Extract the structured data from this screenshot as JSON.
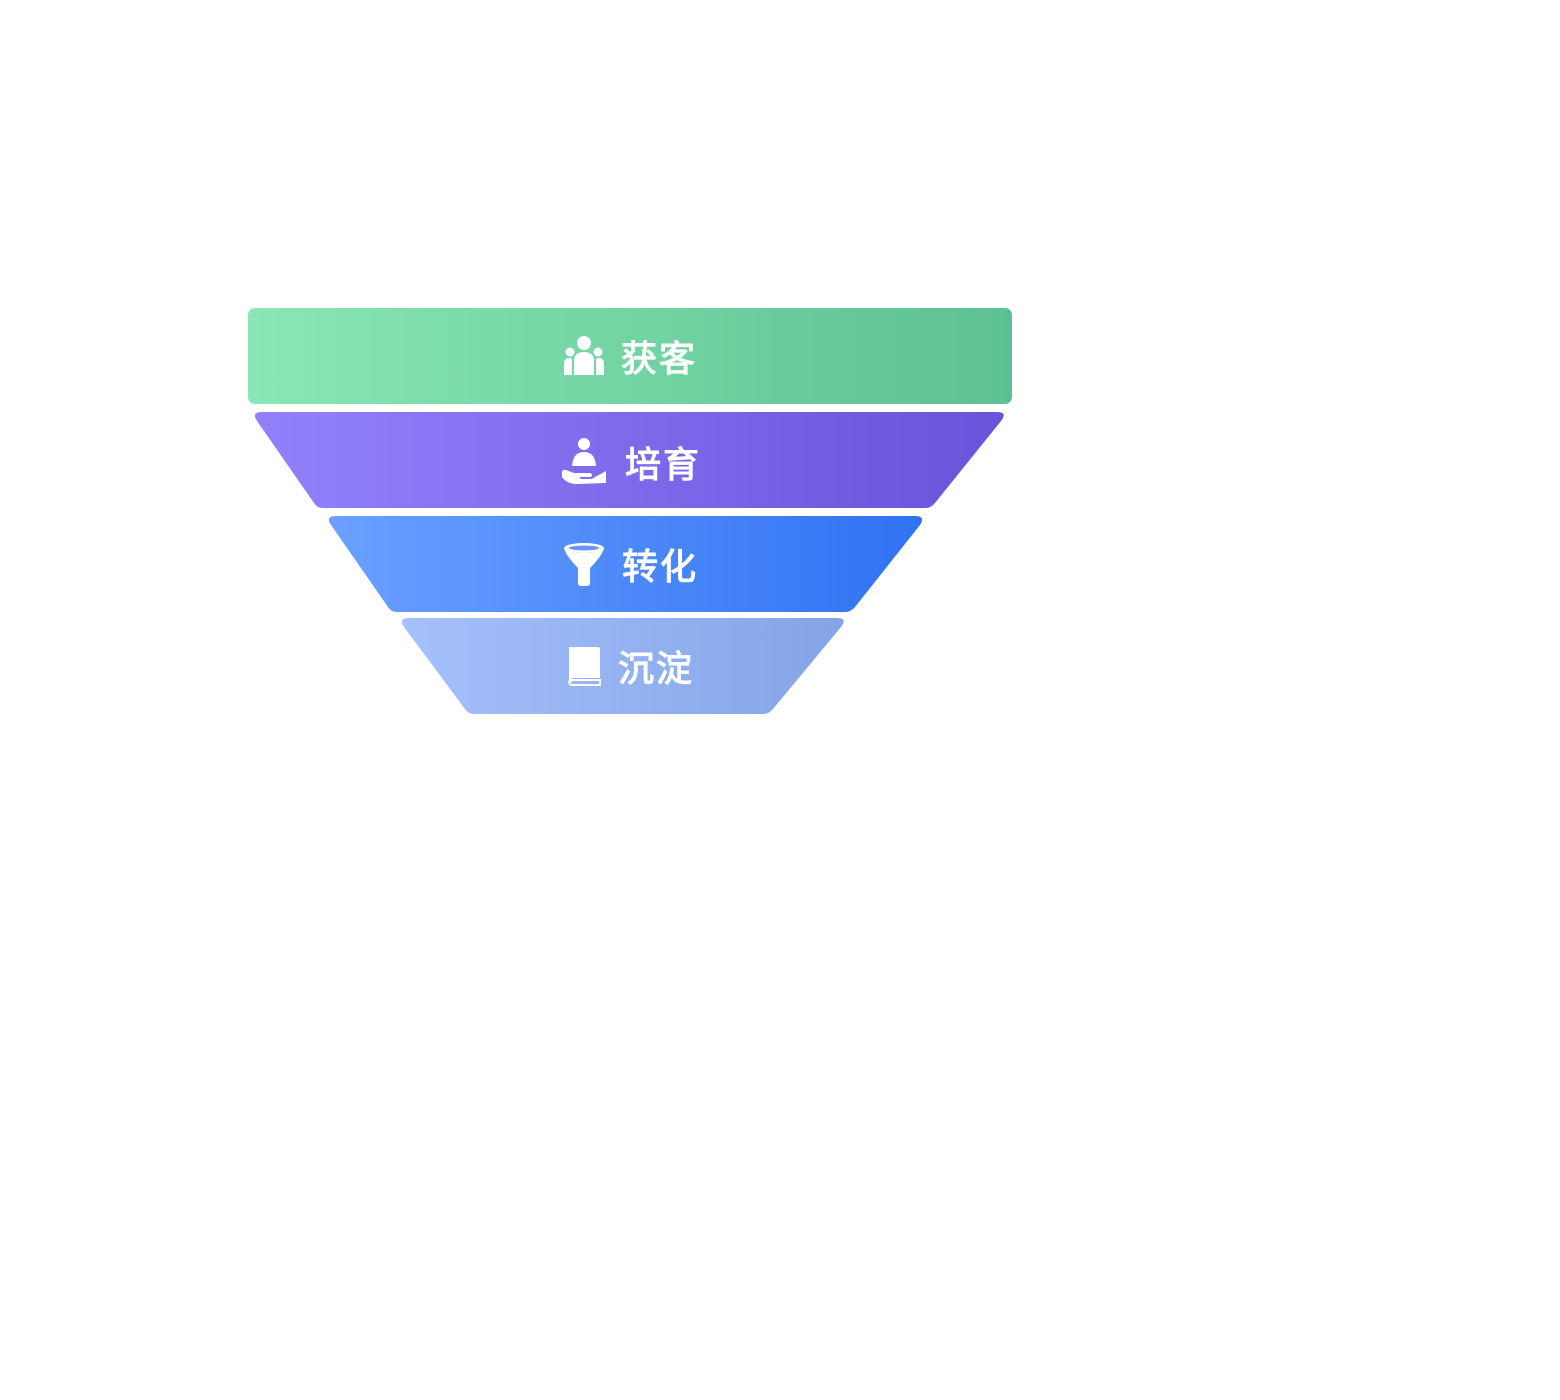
{
  "funnel": {
    "stages": [
      {
        "label": "获客",
        "icon": "users-icon",
        "color_start": "#8AE6B6",
        "color_end": "#5CC191"
      },
      {
        "label": "培育",
        "icon": "nurture-icon",
        "color_start": "#9281FB",
        "color_end": "#6953DA"
      },
      {
        "label": "转化",
        "icon": "funnel-icon",
        "color_start": "#6BA0FF",
        "color_end": "#2F72F3"
      },
      {
        "label": "沉淀",
        "icon": "book-icon",
        "color_start": "#A5C1FB",
        "color_end": "#84A4E7"
      }
    ]
  }
}
